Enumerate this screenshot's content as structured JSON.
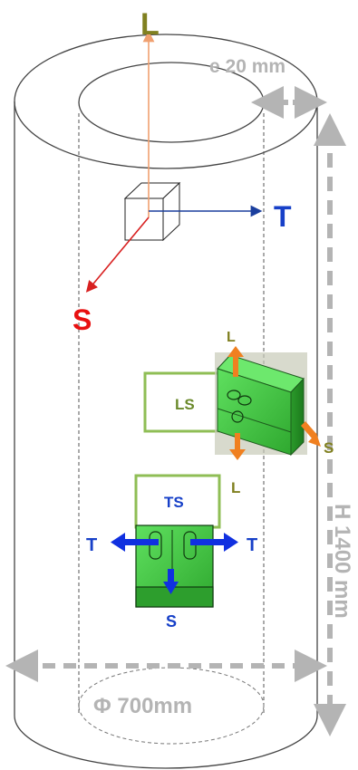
{
  "axes": {
    "L": "L",
    "T": "T",
    "S": "S"
  },
  "dimensions": {
    "wall_thickness": "e 20 mm",
    "height": "H 1400 mm",
    "diameter": "Φ 700mm"
  },
  "samples": {
    "ls": {
      "box_label": "LS",
      "top_arrow_label": "L",
      "bottom_arrow_label": "L",
      "side_arrow_label": "S"
    },
    "ts": {
      "box_label": "TS",
      "left_arrow_label": "T",
      "right_arrow_label": "T",
      "bottom_arrow_label": "S"
    }
  },
  "colors": {
    "L_axis": "#f0a070",
    "L_label": "#808020",
    "T_axis": "#1b3f9e",
    "T_label": "#1740c8",
    "S_axis": "#d82020",
    "S_label": "#e81010",
    "dimension": "#b4b4b4",
    "specimen_green": "#3cc83c",
    "specimen_dark": "#1d7a1d",
    "label_box_border": "#8fbe55",
    "orange_arrow": "#f08020",
    "blue_arrow": "#1030e0"
  }
}
